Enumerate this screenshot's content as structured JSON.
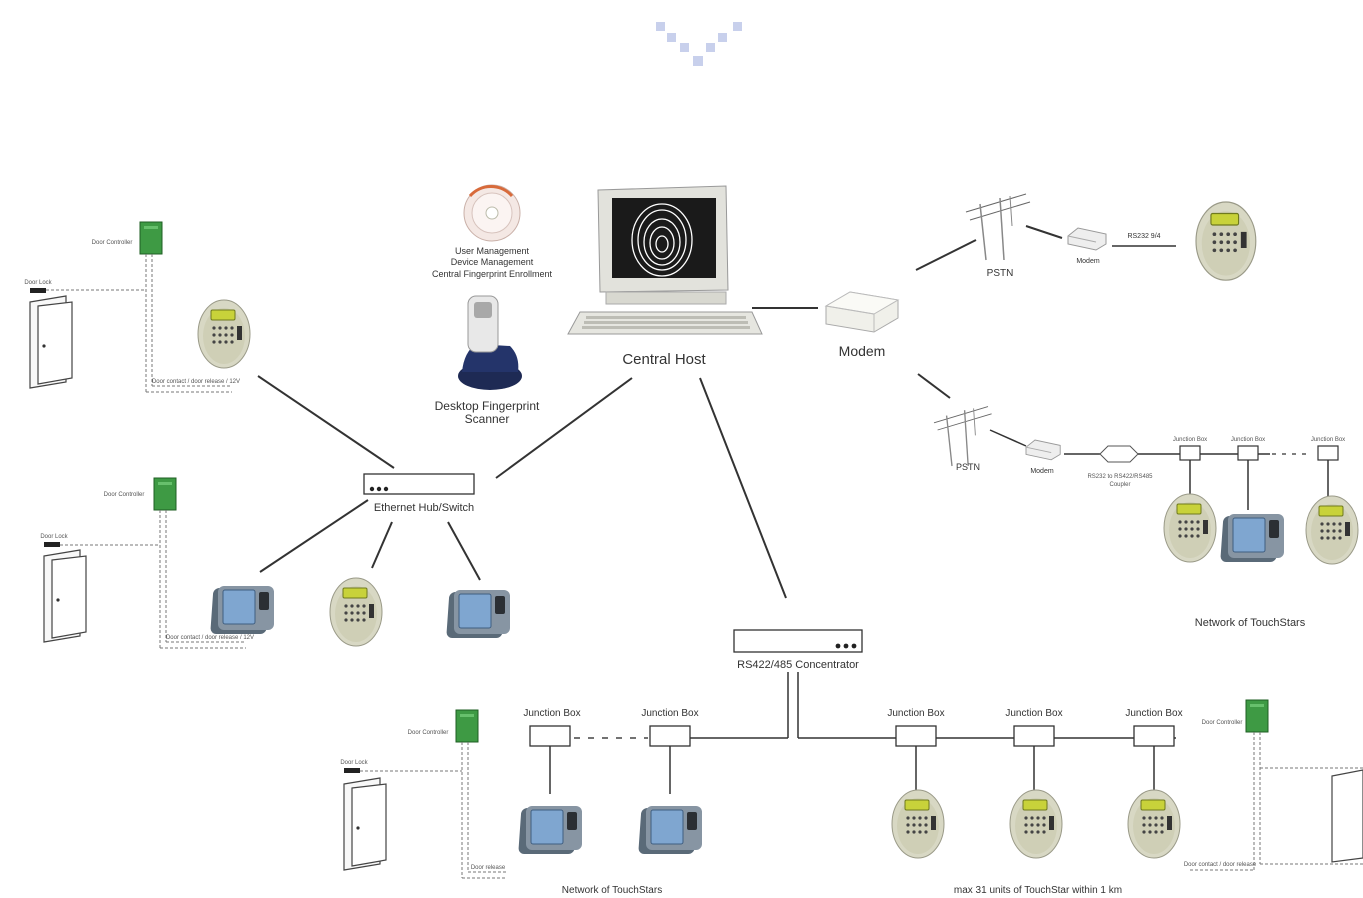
{
  "header": {
    "icon": "chevron-down-icon",
    "color": "#c8d0ec"
  },
  "central_host": {
    "label": "Central Host",
    "icon": "computer-monitor-fingerprint-icon"
  },
  "software": {
    "line1": "User Management",
    "line2": "Device Management",
    "line3": "Central Fingerprint Enrollment",
    "icon": "cd-disc-icon"
  },
  "scanner": {
    "line1": "Desktop Fingerprint",
    "line2": "Scanner",
    "icon": "fingerprint-scanner-icon"
  },
  "modem": {
    "label": "Modem",
    "icon": "modem-icon"
  },
  "pstn_top": {
    "label": "PSTN",
    "modem_label": "Modem",
    "link_label": "RS232 9/4"
  },
  "pstn_bottom": {
    "label": "PSTN",
    "modem_label": "Modem",
    "converter_label1": "RS232 to RS422/RS485",
    "converter_label2": "Coupler",
    "jb1": "Junction Box",
    "jb2": "Junction Box",
    "jb3": "Junction Box",
    "network_label": "Network of TouchStars"
  },
  "hub": {
    "label": "Ethernet Hub/Switch"
  },
  "concentrator": {
    "label": "RS422/485 Concentrator"
  },
  "left_network": {
    "door_controller1": "Door Controller",
    "door_controller2": "Door Controller",
    "door_lock1": "Door Lock",
    "door_lock2": "Door Lock",
    "wire1": "Door contact / door release / 12V",
    "wire2": "Door contact / door release / 12V"
  },
  "bottom_left": {
    "jb1": "Junction Box",
    "jb2": "Junction Box",
    "network_label": "Network of TouchStars",
    "door_controller": "Door Controller",
    "door_lock": "Door Lock",
    "wire": "Door release"
  },
  "bottom_right": {
    "jb1": "Junction Box",
    "jb2": "Junction Box",
    "jb3": "Junction Box",
    "caption": "max 31 units of TouchStar within 1 km",
    "door_controller": "Door Controller",
    "wire": "Door contact / door release"
  },
  "colors": {
    "terminal_body": "#d8d8c4",
    "terminal_screen": "#c8d23a",
    "reader_body": "#6a7c8c",
    "reader_screen": "#7fa6d0",
    "controller": "#3e9a44",
    "line": "#333333"
  }
}
